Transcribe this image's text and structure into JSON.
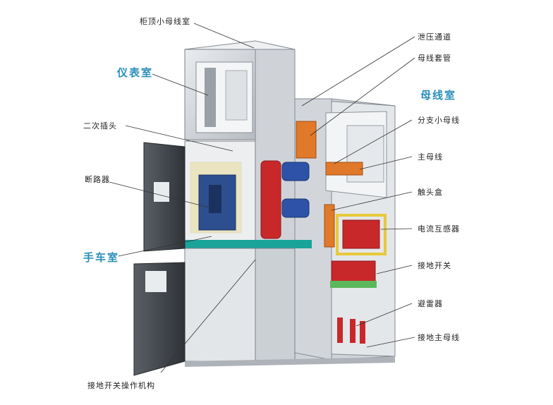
{
  "labels": {
    "top_small_bus_room": "柜顶小母线室",
    "instrument_room": "仪表室",
    "secondary_plug": "二次插头",
    "circuit_breaker": "断路器",
    "cart_room": "手车室",
    "earthing_switch_mechanism": "接地开关操作机构",
    "pressure_relief_channel": "泄压通道",
    "bus_bushing": "母线套管",
    "busbar_room": "母线室",
    "branch_small_busbar": "分支小母线",
    "main_busbar": "主母线",
    "contact_box": "触头盒",
    "current_transformer": "电流互感器",
    "earthing_switch": "接地开关",
    "surge_arrester": "避雷器",
    "earthing_main_busbar": "接地主母线"
  },
  "colors": {
    "room_label": "#2a8fb8",
    "cabinet_frame": "#c9cdd2",
    "busbar_copper": "#e0792a",
    "insulator_red": "#c8282a",
    "insulator_blue": "#2d52a8",
    "ct_yellow": "#e8c93a",
    "switch_green": "#5cb85c",
    "cabinet_teal": "#1aa39a"
  }
}
